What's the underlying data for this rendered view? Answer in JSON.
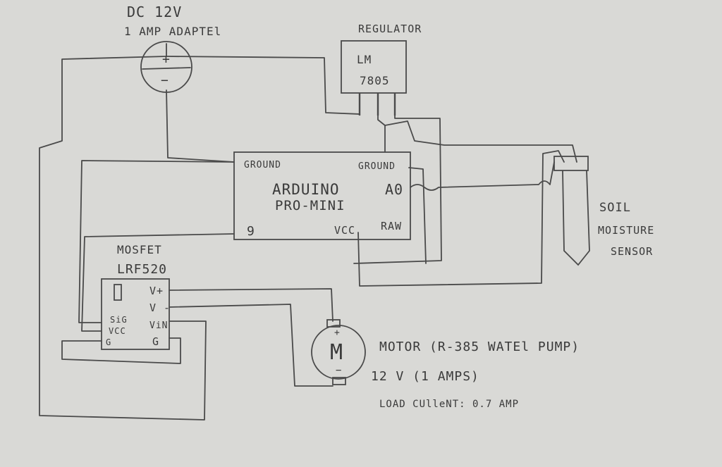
{
  "adapter": {
    "title": "DC 12V",
    "subtitle": "1 AMP ADAPTEl",
    "plus": "+",
    "minus": "−"
  },
  "regulator": {
    "title": "REGULATOR",
    "line1": "LM",
    "line2": "7805"
  },
  "arduino": {
    "name_line1": "ARDUINO",
    "name_line2": "PRO-MINI",
    "ground_left": "GROUND",
    "ground_right": "GROUND",
    "analog_pin": "A0",
    "digital_pin": "9",
    "vcc_pin": "VCC",
    "raw_pin": "RAW"
  },
  "mosfet": {
    "title": "MOSFET",
    "model": "LRF520",
    "pin_sig": "SiG",
    "pin_vcc": "VCC",
    "pin_g_left": "G",
    "pin_vplus": "V+",
    "pin_vminus": "V -",
    "pin_vin": "ViN",
    "pin_g_right": "G"
  },
  "motor": {
    "symbol": "M",
    "plus": "+",
    "minus": "−",
    "label": "MOTOR  (R-385 WATEl PUMP)",
    "rating": "12 V  (1 AMPS)",
    "load": "LOAD CUlleNT: 0.7 AMP"
  },
  "sensor": {
    "line1": "SOIL",
    "line2": "MOISTURE",
    "line3": "SENSOR"
  }
}
